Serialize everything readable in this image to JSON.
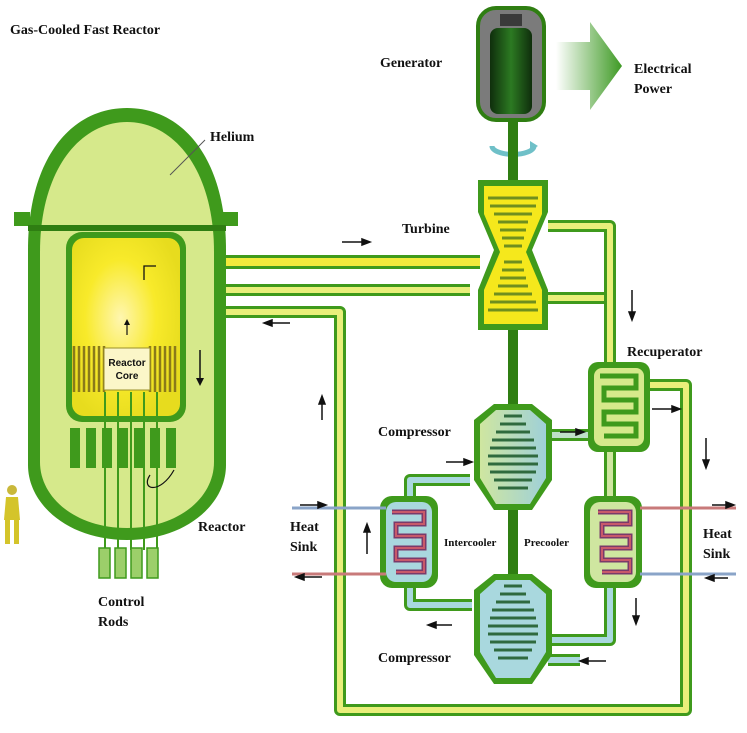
{
  "title": "Gas-Cooled Fast Reactor",
  "labels": {
    "generator": "Generator",
    "power_line1": "Electrical",
    "power_line2": "Power",
    "helium": "Helium",
    "turbine": "Turbine",
    "recuperator": "Recuperator",
    "compressor_upper": "Compressor",
    "compressor_lower": "Compressor",
    "reactor": "Reactor",
    "core_line1": "Reactor",
    "core_line2": "Core",
    "heat_sink_left_1": "Heat",
    "heat_sink_left_2": "Sink",
    "heat_sink_right_1": "Heat",
    "heat_sink_right_2": "Sink",
    "intercooler": "Intercooler",
    "precooler": "Precooler",
    "control_rods_1": "Control",
    "control_rods_2": "Rods"
  },
  "colors": {
    "vessel_green": "#3f9a1c",
    "light_green": "#d6e98b",
    "hot_yellow": "#f5e81c",
    "cool_blue": "#a9d8de",
    "pipe_yellow": "#e9ef7a",
    "generator_dark": "#1f4f1a",
    "arrow_green": "#4aa22a"
  }
}
